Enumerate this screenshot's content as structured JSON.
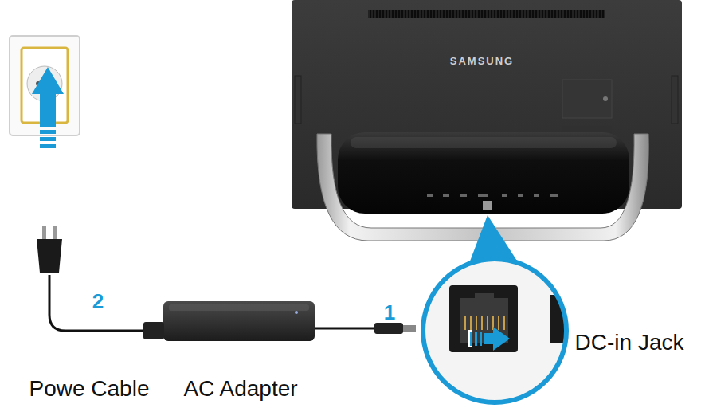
{
  "diagram": {
    "labels": [
      "SAMSUNG",
      "2",
      "1",
      "DC-in Jack",
      "Powe Cable",
      "AC Adapter"
    ]
  }
}
